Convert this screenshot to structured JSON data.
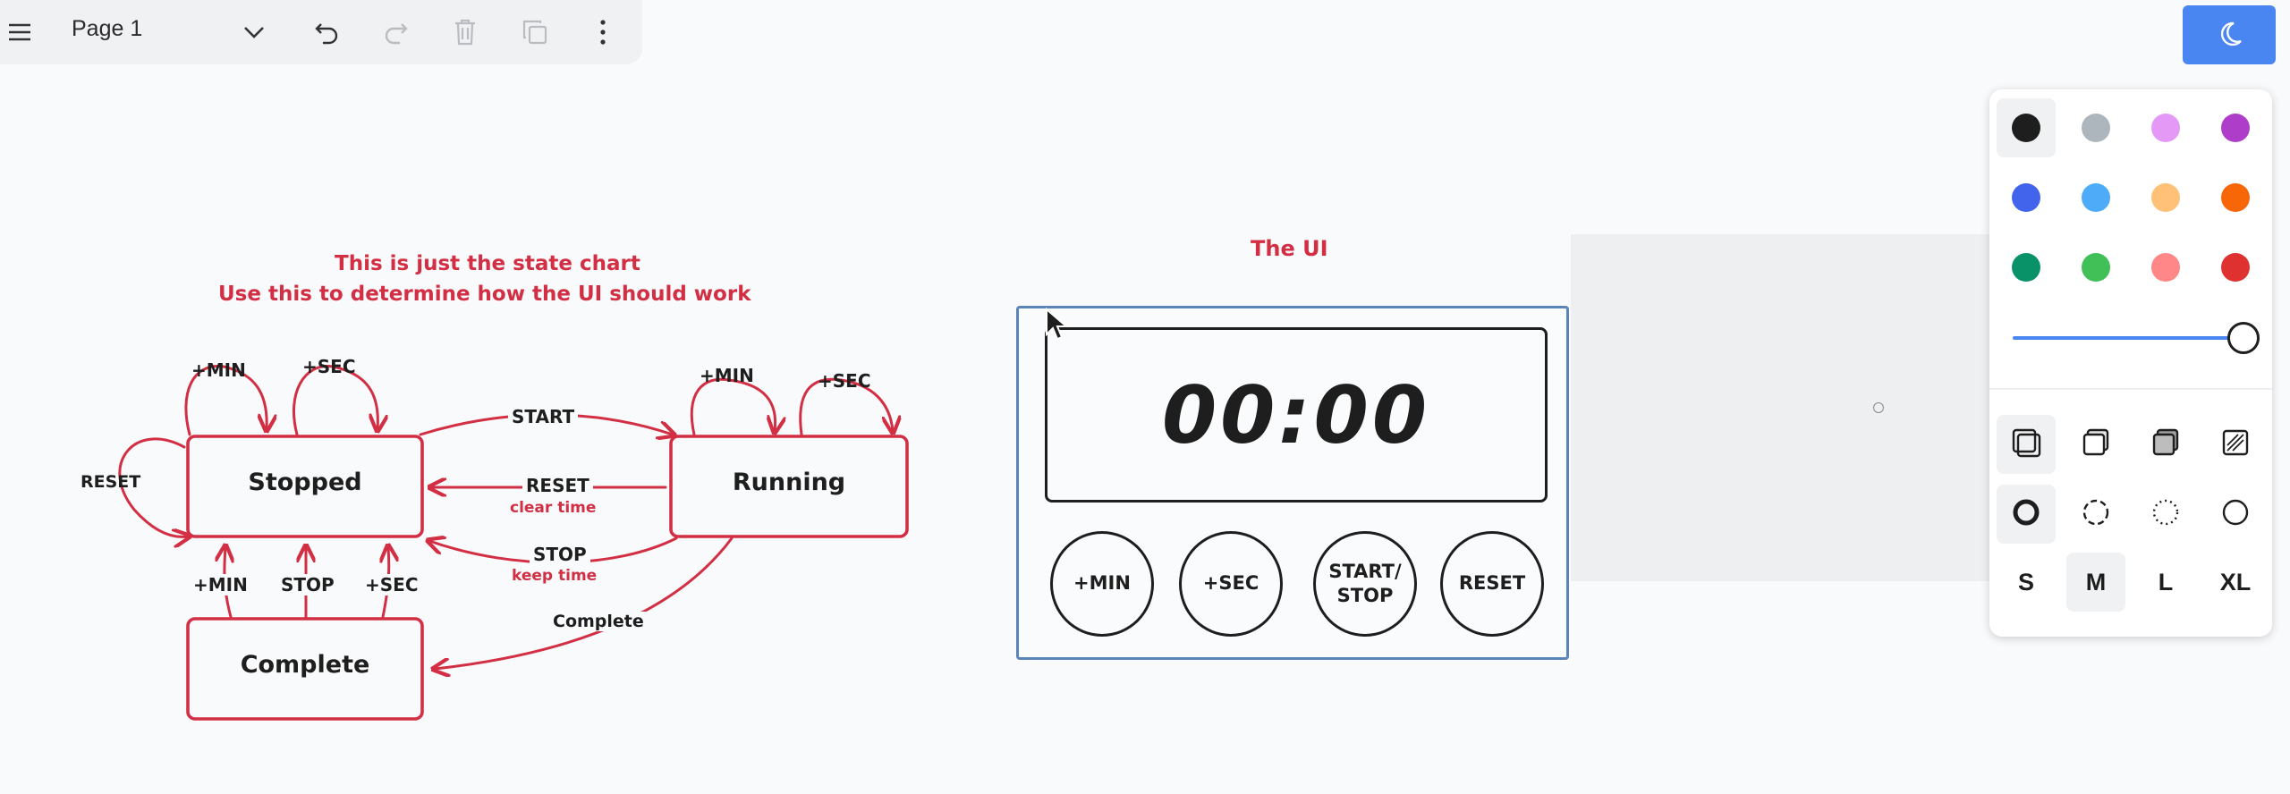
{
  "toolbar": {
    "page_name": "Page 1",
    "icons": [
      "menu-icon",
      "chevron-down-icon",
      "undo-icon",
      "redo-icon",
      "trash-icon",
      "duplicate-icon",
      "more-vertical-icon"
    ]
  },
  "share_button": {
    "icon": "moon-icon"
  },
  "statechart": {
    "note_line1": "This is just the state chart",
    "note_line2": "Use this to determine how the UI should work",
    "states": {
      "stopped": "Stopped",
      "running": "Running",
      "complete": "Complete"
    },
    "transitions": {
      "stopped_min": "+MIN",
      "stopped_sec": "+SEC",
      "stopped_reset": "RESET",
      "start": "START",
      "reset": "RESET",
      "reset_note": "clear time",
      "stop": "STOP",
      "stop_note": "keep time",
      "complete": "Complete",
      "running_min": "+MIN",
      "running_sec": "+SEC",
      "complete_min": "+MIN",
      "complete_stop": "STOP",
      "complete_sec": "+SEC"
    },
    "color": "#d32f44"
  },
  "ui_mock": {
    "title": "The UI",
    "display": "00:00",
    "buttons": {
      "min": "+MIN",
      "sec": "+SEC",
      "start_stop": "START/\nSTOP",
      "reset": "RESET"
    }
  },
  "style_panel": {
    "colors": [
      "#1e1e1e",
      "#adb5bd",
      "#e599f7",
      "#ae3ec9",
      "#4263eb",
      "#4dabf7",
      "#ffc078",
      "#f76707",
      "#099268",
      "#40c057",
      "#ff8787",
      "#e03131"
    ],
    "selected_color": "#1e1e1e",
    "opacity": 1.0,
    "fill_icons": [
      "fill-none-icon",
      "fill-semi-icon",
      "fill-solid-icon",
      "fill-pattern-icon"
    ],
    "dash_icons": [
      "dash-draw-icon",
      "dash-dashed-icon",
      "dash-dotted-icon",
      "dash-solid-icon"
    ],
    "sizes": [
      "S",
      "M",
      "L",
      "XL"
    ],
    "selected_size": "M"
  }
}
